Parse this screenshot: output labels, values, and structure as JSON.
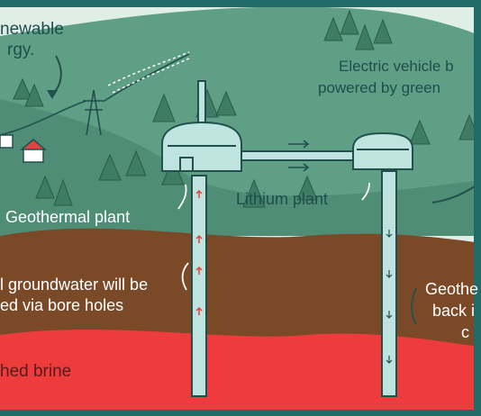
{
  "labels": {
    "renewable_line1": "newable",
    "renewable_line2": "rgy.",
    "ev_line1": "Electric vehicle b",
    "ev_line2": "powered by green",
    "geothermal_plant": "Geothermal plant",
    "lithium_plant": "Lithium plant",
    "groundwater_line1": "l groundwater will be",
    "groundwater_line2": "ed via bore holes",
    "geothermal_right_line1": "Geothe",
    "geothermal_right_line2": "back i",
    "geothermal_right_line3": "c",
    "brine": "hed brine"
  },
  "colors": {
    "sky": "#dfeee6",
    "hill": "#5f9f86",
    "grass": "#4f8d76",
    "soil": "#7a4a28",
    "brine": "#ee3b3b",
    "frame": "#1f6b68",
    "plant": "#bfe3de",
    "outline": "#21504d"
  }
}
